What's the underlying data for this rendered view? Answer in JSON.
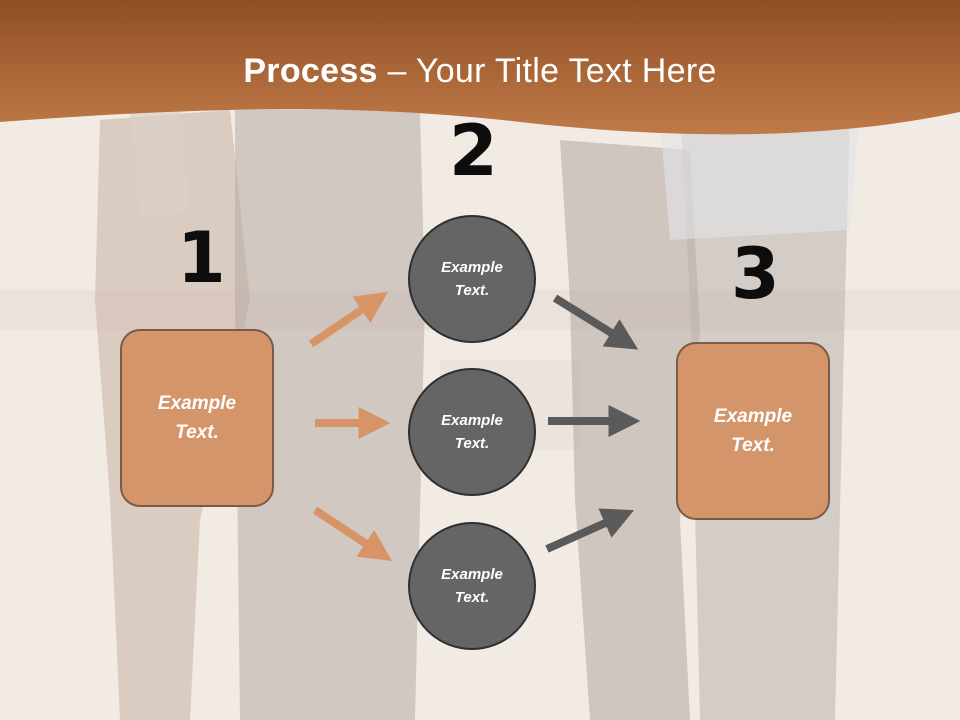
{
  "title": {
    "bold": "Process",
    "rest": " – Your Title Text Here"
  },
  "numbers": [
    "1",
    "2",
    "3"
  ],
  "left_box": {
    "line1": "Example",
    "line2": "Text."
  },
  "right_box": {
    "line1": "Example",
    "line2": "Text."
  },
  "circles": [
    {
      "line1": "Example",
      "line2": "Text."
    },
    {
      "line1": "Example",
      "line2": "Text."
    },
    {
      "line1": "Example",
      "line2": "Text."
    }
  ],
  "colors": {
    "header_brown": "#a35d2c",
    "box_fill": "#d4956a",
    "box_border": "#7b5a47",
    "circle_fill": "#656565",
    "orange_arrow": "#d79467",
    "gray_arrow": "#5a5a5a"
  }
}
